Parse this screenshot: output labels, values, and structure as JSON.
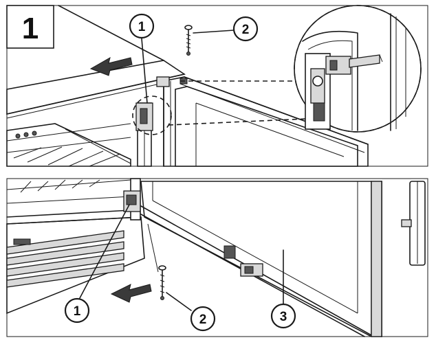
{
  "step": {
    "number": "1"
  },
  "callouts": {
    "top_hinge": "1",
    "top_screw": "2",
    "bottom_hinge": "1",
    "bottom_screw": "2",
    "bottom_door": "3"
  }
}
